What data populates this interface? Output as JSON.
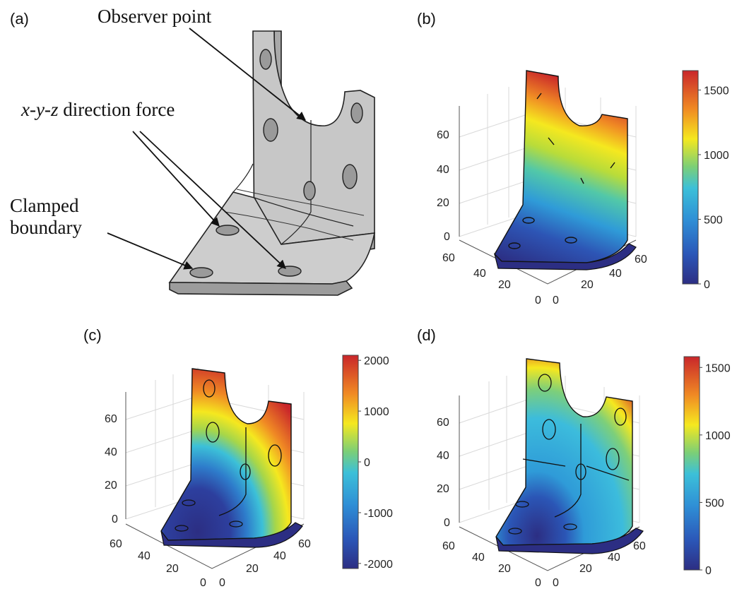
{
  "panel_labels": [
    "(a)",
    "(b)",
    "(c)",
    "(d)"
  ],
  "annotations": {
    "observer": "Observer point",
    "force_var": "x-y-z",
    "force_text": " direction force",
    "clamped_line1": "Clamped",
    "clamped_line2": "boundary"
  },
  "panels": [
    {
      "id": "b",
      "z_ticks": [
        "0",
        "20",
        "40",
        "60"
      ],
      "x_ticks": [
        "0",
        "20",
        "40",
        "60"
      ],
      "y_ticks": [
        "0",
        "20",
        "40",
        "60"
      ],
      "colorbar": {
        "ticks": [
          "0",
          "500",
          "1000",
          "1500"
        ],
        "min": 0,
        "max": 1650
      }
    },
    {
      "id": "c",
      "z_ticks": [
        "0",
        "20",
        "40",
        "60"
      ],
      "x_ticks": [
        "0",
        "20",
        "40",
        "60"
      ],
      "y_ticks": [
        "0",
        "20",
        "40",
        "60"
      ],
      "colorbar": {
        "ticks": [
          "-2000",
          "-1000",
          "0",
          "1000",
          "2000"
        ],
        "min": -2100,
        "max": 2100
      }
    },
    {
      "id": "d",
      "z_ticks": [
        "0",
        "20",
        "40",
        "60"
      ],
      "x_ticks": [
        "0",
        "20",
        "40",
        "60"
      ],
      "y_ticks": [
        "0",
        "20",
        "40",
        "60"
      ],
      "colorbar": {
        "ticks": [
          "0",
          "500",
          "1000",
          "1500"
        ],
        "min": 0,
        "max": 1580
      }
    }
  ],
  "colors": {
    "part_gray": "#c7c7c7",
    "jet_dark_blue": "#2c2e83",
    "jet_blue": "#2f8fd6",
    "jet_cyan": "#3cc0d8",
    "jet_green": "#8fd14f",
    "jet_yellow": "#f5e81f",
    "jet_orange": "#f08a24",
    "jet_red": "#c9262a"
  }
}
